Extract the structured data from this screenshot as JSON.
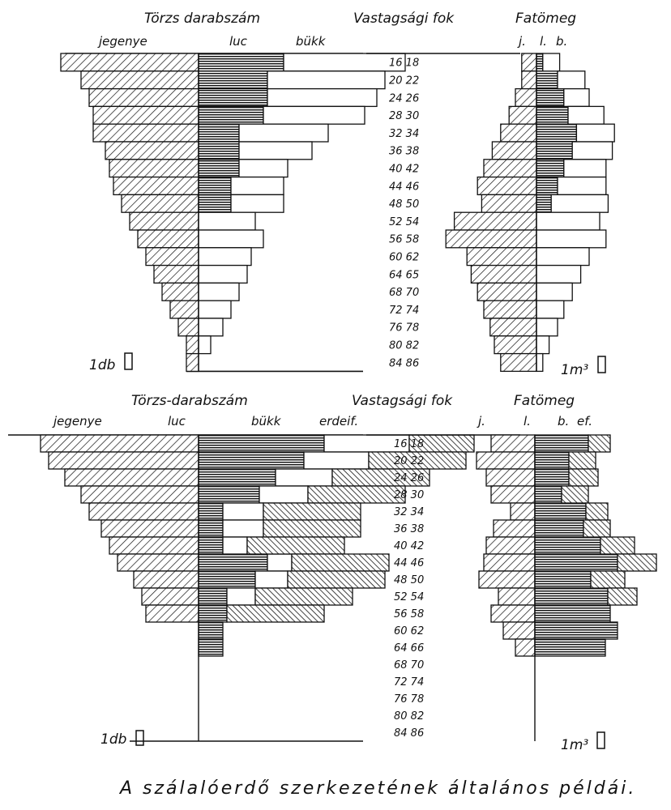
{
  "title": "A szálalóerdő szerkezetének általános példái.",
  "diameter_classes": [
    "16 18",
    "20 22",
    "24 26",
    "28 30",
    "32 34",
    "36 38",
    "40 42",
    "44 46",
    "48 50",
    "52 54",
    "56 58",
    "60 62",
    "64 66",
    "68 70",
    "72 74",
    "76 78",
    "80 82",
    "84 86"
  ],
  "panels": [
    {
      "header_count": "Törzs darabszám",
      "header_diameter": "Vastagsági fok",
      "header_volume": "Fatömeg",
      "count_species": [
        "jegenye",
        "luc",
        "bükk"
      ],
      "volume_species": [
        "j.",
        "l.",
        "b."
      ],
      "count_unit": "1db",
      "volume_unit": "1m³",
      "diameter_rows": [
        "16 18",
        "20 22",
        "24 26",
        "28 30",
        "32 34",
        "36 38",
        "40 42",
        "44 46",
        "48 50",
        "52 54",
        "56 58",
        "60 62",
        "64 65",
        "68 70",
        "72 74",
        "76 78",
        "80 82",
        "84 86"
      ]
    },
    {
      "header_count": "Törzs-darabszám",
      "header_diameter": "Vastagsági fok",
      "header_volume": "Fatömeg",
      "count_species": [
        "jegenye",
        "luc",
        "bükk",
        "erdeif."
      ],
      "volume_species": [
        "j.",
        "l.",
        "b.",
        "ef."
      ],
      "count_unit": "1db",
      "volume_unit": "1m³",
      "diameter_rows": [
        "16 18",
        "20 22",
        "24 26",
        "28 30",
        "32 34",
        "36 38",
        "40 42",
        "44 46",
        "48 50",
        "52 54",
        "56 58",
        "60 62",
        "64 66",
        "68 70",
        "72 74",
        "76 78",
        "80 82",
        "84 86"
      ]
    }
  ],
  "chart_data": [
    {
      "type": "bar",
      "orientation": "horizontal-stacked-pyramid",
      "side": "count",
      "categories": [
        "16 18",
        "20 22",
        "24 26",
        "28 30",
        "32 34",
        "36 38",
        "40 42",
        "44 46",
        "48 50",
        "52 54",
        "56 58",
        "60 62",
        "64 65",
        "68 70",
        "72 74",
        "76 78",
        "80 82",
        "84 86"
      ],
      "series": [
        {
          "name": "jegenye",
          "values": [
            34,
            29,
            27,
            26,
            26,
            23,
            22,
            21,
            19,
            17,
            15,
            13,
            11,
            9,
            7,
            5,
            3,
            3
          ]
        },
        {
          "name": "luc",
          "values": [
            21,
            17,
            17,
            16,
            10,
            10,
            10,
            8,
            8,
            0,
            0,
            0,
            0,
            0,
            0,
            0,
            0,
            0
          ]
        },
        {
          "name": "bükk",
          "values": [
            30,
            29,
            27,
            25,
            22,
            18,
            12,
            13,
            13,
            14,
            16,
            13,
            12,
            10,
            8,
            6,
            3,
            0
          ]
        }
      ]
    },
    {
      "type": "bar",
      "orientation": "horizontal-stacked-pyramid",
      "side": "volume",
      "categories": [
        "16 18",
        "20 22",
        "24 26",
        "28 30",
        "32 34",
        "36 38",
        "40 42",
        "44 46",
        "48 50",
        "52 54",
        "56 58",
        "60 62",
        "64 65",
        "68 70",
        "72 74",
        "76 78",
        "80 82",
        "84 86"
      ],
      "series": [
        {
          "name": "j.",
          "values": [
            7,
            7,
            10,
            13,
            17,
            21,
            25,
            28,
            26,
            39,
            43,
            33,
            31,
            28,
            25,
            22,
            20,
            17
          ]
        },
        {
          "name": "l.",
          "values": [
            3,
            10,
            13,
            15,
            19,
            17,
            13,
            10,
            7,
            0,
            0,
            0,
            0,
            0,
            0,
            0,
            0,
            0
          ]
        },
        {
          "name": "b.",
          "values": [
            8,
            13,
            12,
            17,
            18,
            19,
            20,
            23,
            27,
            30,
            33,
            25,
            21,
            17,
            13,
            10,
            6,
            3
          ]
        }
      ]
    },
    {
      "type": "bar",
      "orientation": "horizontal-stacked-pyramid",
      "side": "count",
      "categories": [
        "16 18",
        "20 22",
        "24 26",
        "28 30",
        "32 34",
        "36 38",
        "40 42",
        "44 46",
        "48 50",
        "52 54",
        "56 58",
        "60 62",
        "64 66",
        "68 70",
        "72 74",
        "76 78",
        "80 82",
        "84 86"
      ],
      "series": [
        {
          "name": "jegenye",
          "values": [
            39,
            37,
            33,
            29,
            27,
            24,
            22,
            20,
            16,
            14,
            13,
            0,
            0,
            0,
            0,
            0,
            0,
            0
          ]
        },
        {
          "name": "luc",
          "values": [
            31,
            26,
            19,
            15,
            6,
            6,
            6,
            17,
            14,
            7,
            7,
            6,
            6,
            0,
            0,
            0,
            0,
            0
          ]
        },
        {
          "name": "bükk",
          "values": [
            21,
            16,
            14,
            12,
            10,
            10,
            6,
            6,
            8,
            7,
            0,
            0,
            0,
            0,
            0,
            0,
            0,
            0
          ]
        },
        {
          "name": "erdeif.",
          "values": [
            16,
            24,
            24,
            24,
            24,
            24,
            24,
            24,
            24,
            24,
            24,
            0,
            0,
            0,
            0,
            0,
            0,
            0
          ]
        }
      ]
    },
    {
      "type": "bar",
      "orientation": "horizontal-stacked-pyramid",
      "side": "volume",
      "categories": [
        "16 18",
        "20 22",
        "24 26",
        "28 30",
        "32 34",
        "36 38",
        "40 42",
        "44 46",
        "48 50",
        "52 54",
        "56 58",
        "60 62",
        "64 66",
        "68 70",
        "72 74",
        "76 78",
        "80 82",
        "84 86"
      ],
      "series": [
        {
          "name": "j.",
          "values": [
            18,
            24,
            20,
            18,
            10,
            17,
            20,
            21,
            23,
            15,
            18,
            13,
            8,
            0,
            0,
            0,
            0,
            0
          ]
        },
        {
          "name": "l.",
          "values": [
            22,
            14,
            14,
            11,
            21,
            20,
            27,
            34,
            23,
            30,
            31,
            34,
            29,
            0,
            0,
            0,
            0,
            0
          ]
        },
        {
          "name": "b.",
          "values": [
            0,
            0,
            0,
            0,
            0,
            0,
            0,
            0,
            0,
            0,
            0,
            0,
            0,
            0,
            0,
            0,
            0,
            0
          ]
        },
        {
          "name": "ef.",
          "values": [
            9,
            11,
            12,
            11,
            9,
            11,
            14,
            16,
            14,
            12,
            0,
            0,
            0,
            0,
            0,
            0,
            0,
            0
          ]
        }
      ]
    }
  ]
}
